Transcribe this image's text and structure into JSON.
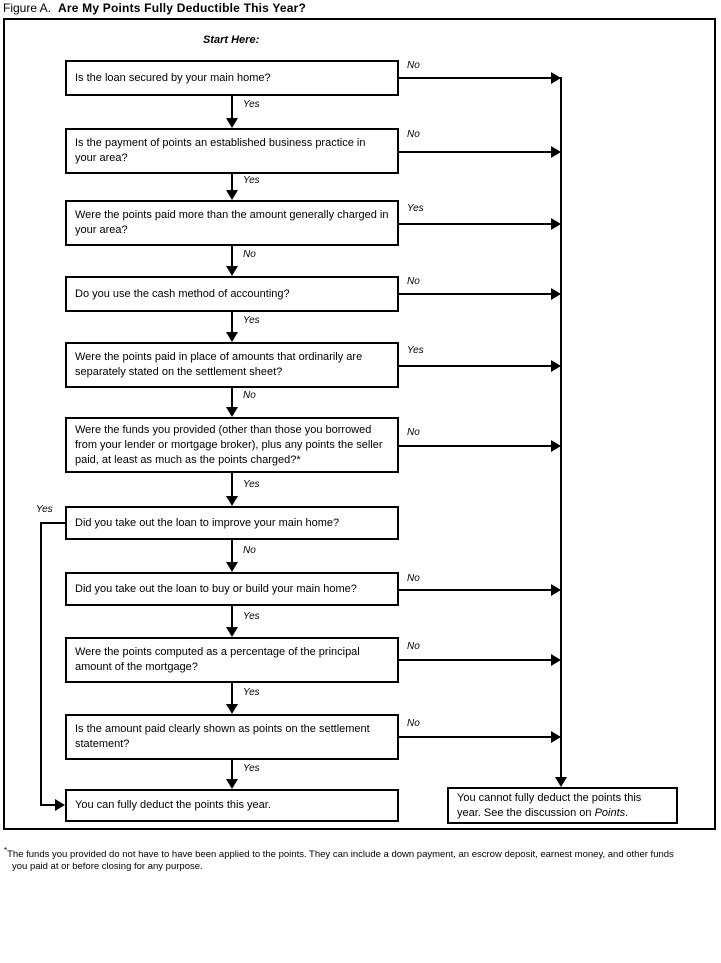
{
  "figure": {
    "label": "Figure A.",
    "title": "Are My Points Fully Deductible This Year?",
    "start_label": "Start Here:"
  },
  "labels": {
    "yes": "Yes",
    "no": "No"
  },
  "nodes": [
    {
      "id": "q1",
      "text": "Is the loan secured by your main home?",
      "down_label": "Yes",
      "side_label": "No"
    },
    {
      "id": "q2",
      "text": "Is the payment of points an established business practice in your area?",
      "down_label": "Yes",
      "side_label": "No"
    },
    {
      "id": "q3",
      "text": "Were the points paid more than the amount generally charged in your area?",
      "down_label": "No",
      "side_label": "Yes"
    },
    {
      "id": "q4",
      "text": "Do you use the cash method of accounting?",
      "down_label": "Yes",
      "side_label": "No"
    },
    {
      "id": "q5",
      "text": "Were the points paid in place of amounts that ordinarily are separately stated on the settlement sheet?",
      "down_label": "No",
      "side_label": "Yes"
    },
    {
      "id": "q6",
      "text": "Were the funds you provided (other than those you borrowed from your lender or mortgage broker), plus any points the seller paid, at least as much as the points charged?*",
      "down_label": "Yes",
      "side_label": "No"
    },
    {
      "id": "q7",
      "text": "Did you take out the loan to improve your main home?",
      "down_label": "No",
      "side_label": "Yes"
    },
    {
      "id": "q8",
      "text": "Did you take out the loan to buy or build your main home?",
      "down_label": "Yes",
      "side_label": "No"
    },
    {
      "id": "q9",
      "text": "Were the points computed as a percentage of the principal amount of the mortgage?",
      "down_label": "Yes",
      "side_label": "No"
    },
    {
      "id": "q10",
      "text": "Is the amount paid clearly shown as points on the settlement statement?",
      "down_label": "Yes",
      "side_label": "No"
    }
  ],
  "outcomes": {
    "deductible": "You can fully deduct the points this year.",
    "not_deductible_line1": "You cannot fully deduct the points this",
    "not_deductible_line2_pre": "year. See the discussion on ",
    "not_deductible_italic": "Points",
    "not_deductible_line2_post": "."
  },
  "footnote": {
    "mark": "*",
    "line1": "The funds you provided do not have to have been applied to the points. They can include a down payment, an escrow deposit, earnest money, and other funds",
    "line2": "you paid at or before closing for any purpose."
  },
  "colors": {
    "ink": "#000000",
    "page": "#ffffff"
  }
}
